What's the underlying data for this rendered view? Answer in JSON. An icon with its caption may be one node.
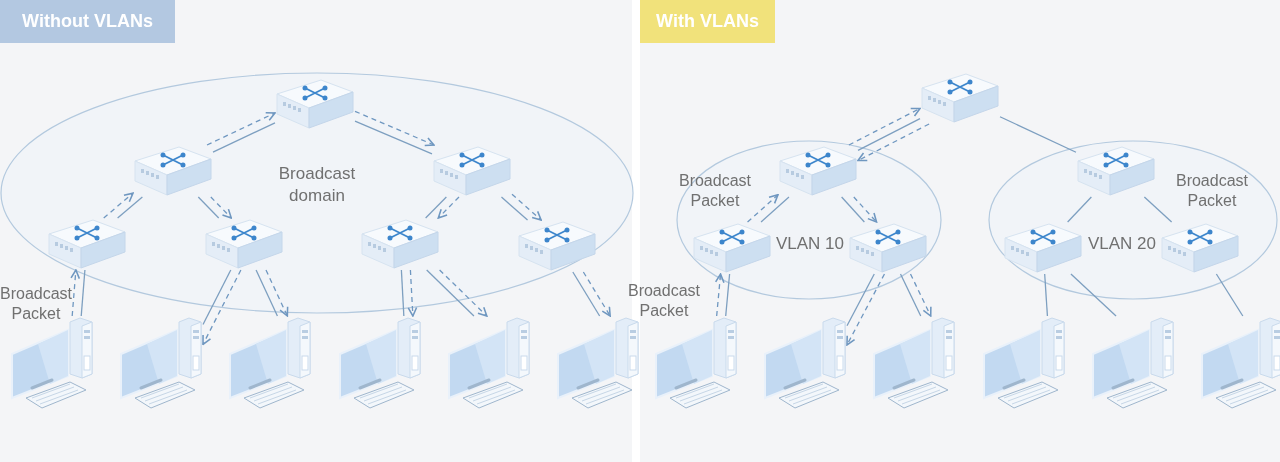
{
  "diagram": {
    "nodes": [
      {
        "text": [
          "Without VLANs"
        ]
      },
      {
        "text": [
          "Broadcast domain"
        ]
      },
      {
        "text": [],
        "shape": "picture",
        "in": 1
      },
      {
        "text": [],
        "shape": "picture",
        "in": 1
      },
      {
        "text": [],
        "shape": "picture",
        "in": 1
      },
      {
        "text": [],
        "shape": "picture",
        "in": 1
      },
      {
        "text": [],
        "shape": "picture",
        "in": 1
      },
      {
        "text": [],
        "shape": "picture",
        "in": 1
      },
      {
        "text": [],
        "shape": "picture",
        "in": 1
      },
      {
        "text": [],
        "shape": "picture"
      },
      {
        "text": [],
        "shape": "picture"
      },
      {
        "text": [],
        "shape": "picture"
      },
      {
        "text": [],
        "shape": "picture"
      },
      {
        "text": [],
        "shape": "picture"
      },
      {
        "text": [],
        "shape": "picture"
      },
      {
        "text": [
          "With VLANs"
        ]
      },
      {
        "text": [],
        "shape": "picture"
      },
      {
        "text": [
          "VLAN 10"
        ]
      },
      {
        "text": [],
        "shape": "picture",
        "in": 17
      },
      {
        "text": [],
        "shape": "picture",
        "in": 17
      },
      {
        "text": [],
        "shape": "picture",
        "in": 17
      },
      {
        "text": [
          "VLAN 20"
        ]
      },
      {
        "text": [],
        "shape": "picture",
        "in": 21
      },
      {
        "text": [],
        "shape": "picture",
        "in": 21
      },
      {
        "text": [],
        "shape": "picture",
        "in": 21
      },
      {
        "text": [],
        "shape": "picture"
      },
      {
        "text": [],
        "shape": "picture"
      },
      {
        "text": [],
        "shape": "picture"
      },
      {
        "text": [],
        "shape": "picture"
      },
      {
        "text": [],
        "shape": "picture"
      },
      {
        "text": [],
        "shape": "picture"
      }
    ],
    "edges": [
      {
        "from": 2,
        "to": 3,
        "arrow": "none"
      },
      {
        "from": 2,
        "to": 4,
        "arrow": "none"
      },
      {
        "from": 3,
        "to": 5,
        "arrow": "none"
      },
      {
        "from": 3,
        "to": 6,
        "arrow": "none"
      },
      {
        "from": 4,
        "to": 7,
        "arrow": "none"
      },
      {
        "from": 4,
        "to": 8,
        "arrow": "none"
      },
      {
        "from": 5,
        "to": 9,
        "arrow": "none"
      },
      {
        "from": 6,
        "to": 10,
        "arrow": "none"
      },
      {
        "from": 6,
        "to": 11,
        "arrow": "none"
      },
      {
        "from": 7,
        "to": 12,
        "arrow": "none"
      },
      {
        "from": 7,
        "to": 13,
        "arrow": "none"
      },
      {
        "from": 8,
        "to": 14,
        "arrow": "none"
      },
      {
        "from": 9,
        "to": 5,
        "arrow": "to",
        "style": "dashed"
      },
      {
        "from": 5,
        "to": 3,
        "arrow": "to",
        "style": "dashed"
      },
      {
        "from": 3,
        "to": 2,
        "arrow": "to",
        "style": "dashed"
      },
      {
        "from": 2,
        "to": 4,
        "arrow": "to",
        "style": "dashed"
      },
      {
        "from": 3,
        "to": 6,
        "arrow": "to",
        "style": "dashed"
      },
      {
        "from": 6,
        "to": 10,
        "arrow": "to",
        "style": "dashed"
      },
      {
        "from": 6,
        "to": 11,
        "arrow": "to",
        "style": "dashed"
      },
      {
        "from": 4,
        "to": 7,
        "arrow": "to",
        "style": "dashed"
      },
      {
        "from": 4,
        "to": 8,
        "arrow": "to",
        "style": "dashed"
      },
      {
        "from": 7,
        "to": 12,
        "arrow": "to",
        "style": "dashed"
      },
      {
        "from": 7,
        "to": 13,
        "arrow": "to",
        "style": "dashed"
      },
      {
        "from": 8,
        "to": 14,
        "arrow": "to",
        "style": "dashed"
      },
      {
        "from": 16,
        "to": 18,
        "arrow": "none"
      },
      {
        "from": 16,
        "to": 22,
        "arrow": "none"
      },
      {
        "from": 18,
        "to": 19,
        "arrow": "none"
      },
      {
        "from": 18,
        "to": 20,
        "arrow": "none"
      },
      {
        "from": 22,
        "to": 23,
        "arrow": "none"
      },
      {
        "from": 22,
        "to": 24,
        "arrow": "none"
      },
      {
        "from": 19,
        "to": 25,
        "arrow": "none"
      },
      {
        "from": 20,
        "to": 26,
        "arrow": "none"
      },
      {
        "from": 20,
        "to": 27,
        "arrow": "none"
      },
      {
        "from": 23,
        "to": 28,
        "arrow": "none"
      },
      {
        "from": 23,
        "to": 29,
        "arrow": "none"
      },
      {
        "from": 24,
        "to": 30,
        "arrow": "none"
      },
      {
        "from": 25,
        "to": 19,
        "arrow": "to",
        "style": "dashed"
      },
      {
        "from": 19,
        "to": 18,
        "arrow": "to",
        "style": "dashed"
      },
      {
        "from": 18,
        "to": 16,
        "arrow": "to",
        "style": "dashed"
      },
      {
        "from": 16,
        "to": 18,
        "arrow": "to",
        "style": "dashed"
      },
      {
        "from": 18,
        "to": 20,
        "arrow": "to",
        "style": "dashed"
      },
      {
        "from": 20,
        "to": 26,
        "arrow": "to",
        "style": "dashed"
      },
      {
        "from": 20,
        "to": 27,
        "arrow": "to",
        "style": "dashed"
      }
    ],
    "labels": [
      "Broadcast Packet",
      "Broadcast Packet",
      "Broadcast Packet",
      "Broadcast Packet"
    ]
  }
}
